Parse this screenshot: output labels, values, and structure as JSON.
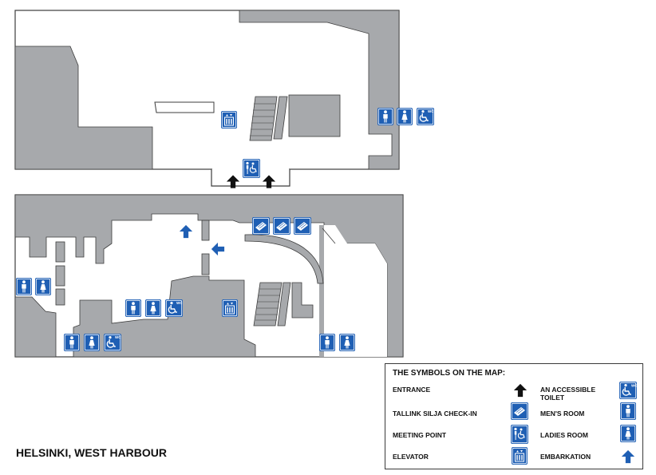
{
  "map": {
    "place_title": "HELSINKI, WEST HARBOUR"
  },
  "legend": {
    "title": "THE SYMBOLS ON THE MAP:",
    "items": [
      {
        "label": "ENTRANCE",
        "icon": "entrance-arrow-icon"
      },
      {
        "label": "TALLINK SILJA CHECK-IN",
        "icon": "check-in-ticket-icon"
      },
      {
        "label": "MEETING POINT",
        "icon": "meeting-point-icon"
      },
      {
        "label": "ELEVATOR",
        "icon": "elevator-icon"
      },
      {
        "label": "AN ACCESSIBLE TOILET",
        "icon": "accessible-toilet-icon"
      },
      {
        "label": "MEN'S ROOM",
        "icon": "mens-room-icon"
      },
      {
        "label": "LADIES ROOM",
        "icon": "ladies-room-icon"
      },
      {
        "label": "EMBARKATION",
        "icon": "embarkation-arrow-icon"
      }
    ]
  },
  "icon_text": {
    "wc": "WC"
  },
  "colors": {
    "building_fill": "#a7a9ac",
    "corridor_fill": "#ffffff",
    "outline": "#3c3c3c",
    "icon_blue": "#1f5fb4",
    "entrance_black": "#111111",
    "embark_blue": "#1f5fb4"
  }
}
